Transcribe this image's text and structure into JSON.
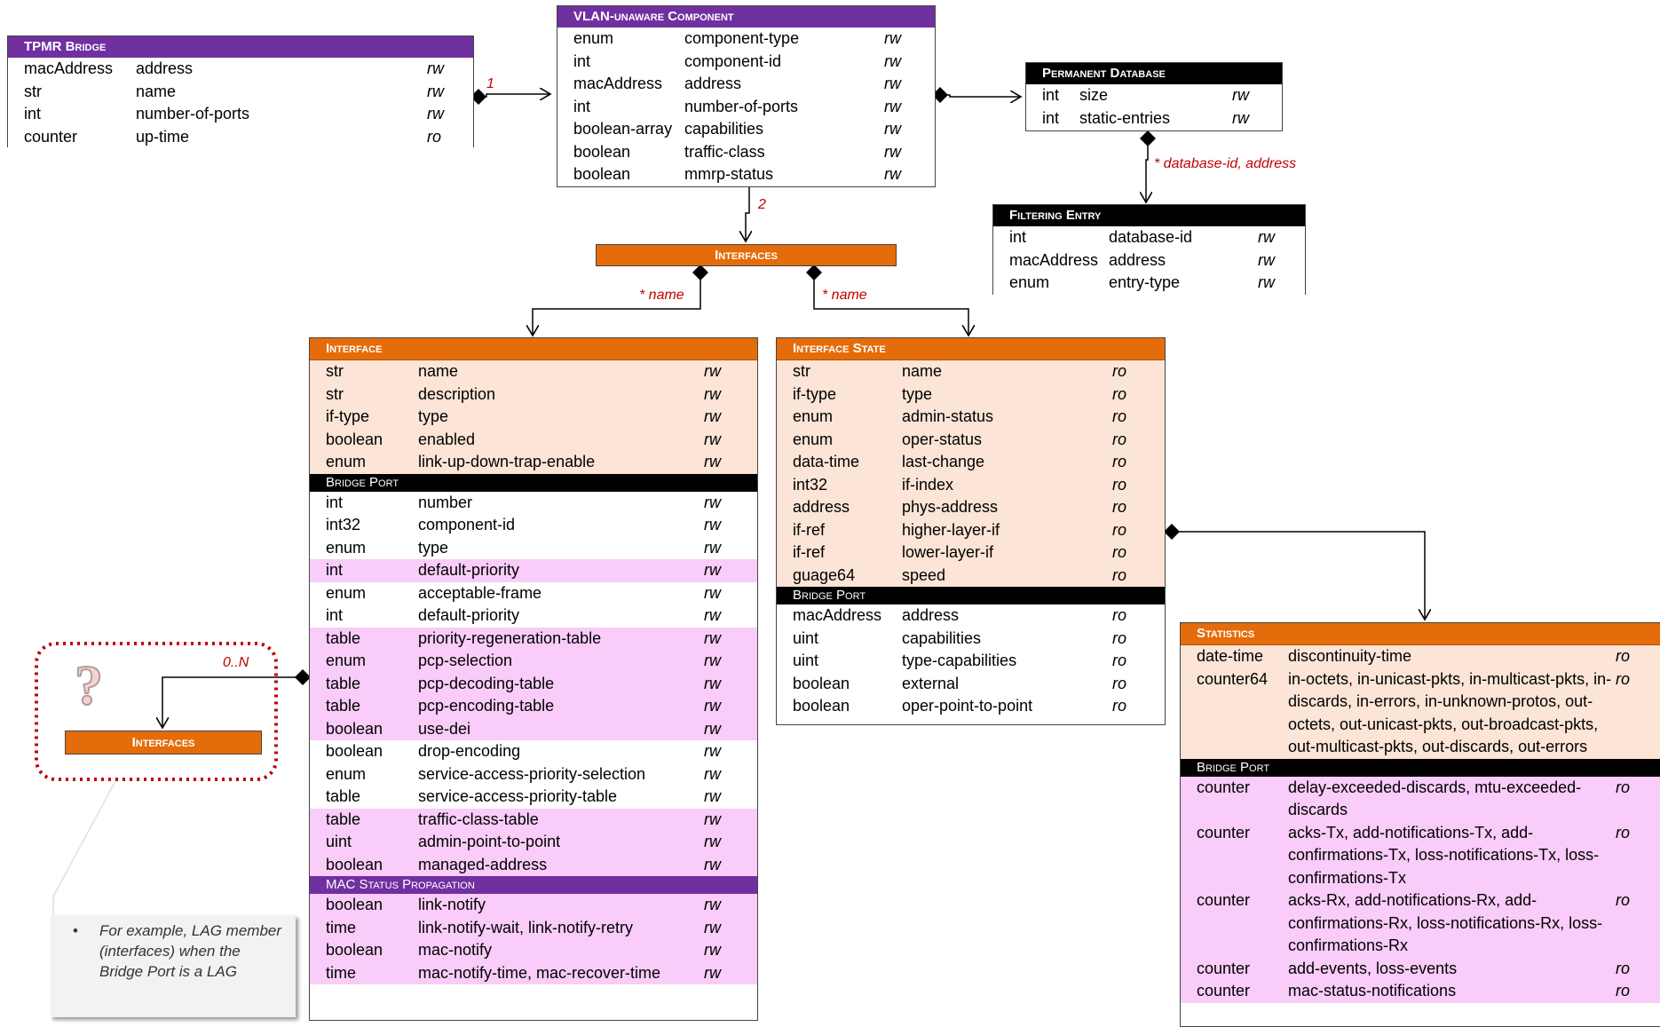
{
  "tpmr": {
    "title": "TPMR Bridge",
    "rows": [
      [
        "macAddress",
        "address",
        "rw"
      ],
      [
        "str",
        "name",
        "rw"
      ],
      [
        "int",
        "number-of-ports",
        "rw"
      ],
      [
        "counter",
        "up-time",
        "ro"
      ]
    ]
  },
  "vlan": {
    "title": "VLAN-unaware Component",
    "rows": [
      [
        "enum",
        "component-type",
        "rw"
      ],
      [
        "int",
        "component-id",
        "rw"
      ],
      [
        "macAddress",
        "address",
        "rw"
      ],
      [
        "int",
        "number-of-ports",
        "rw"
      ],
      [
        "boolean-array",
        "capabilities",
        "rw"
      ],
      [
        "boolean",
        "traffic-class",
        "rw"
      ],
      [
        "boolean",
        "mmrp-status",
        "rw"
      ]
    ]
  },
  "permdb": {
    "title": "Permanent Database",
    "rows": [
      [
        "int",
        "size",
        "rw"
      ],
      [
        "int",
        "static-entries",
        "rw"
      ]
    ]
  },
  "filter": {
    "title": "Filtering Entry",
    "rows": [
      [
        "int",
        "database-id",
        "rw"
      ],
      [
        "macAddress",
        "address",
        "rw"
      ],
      [
        "enum",
        "entry-type",
        "rw"
      ]
    ]
  },
  "interfaces_top": {
    "title": "Interfaces"
  },
  "interfaces_left": {
    "title": "Interfaces"
  },
  "interface": {
    "title": "Interface",
    "rows": [
      [
        "str",
        "name",
        "rw"
      ],
      [
        "str",
        "description",
        "rw"
      ],
      [
        "if-type",
        "type",
        "rw"
      ],
      [
        "boolean",
        "enabled",
        "rw"
      ],
      [
        "enum",
        "link-up-down-trap-enable",
        "rw"
      ]
    ],
    "bridge_port_title": "Bridge Port",
    "bridge_port_rows": [
      [
        "int",
        "number",
        "rw",
        "white"
      ],
      [
        "int32",
        "component-id",
        "rw",
        "white"
      ],
      [
        "enum",
        "type",
        "rw",
        "white"
      ],
      [
        "int",
        "default-priority",
        "rw",
        "pink"
      ],
      [
        "enum",
        "acceptable-frame",
        "rw",
        "white"
      ],
      [
        "int",
        "default-priority",
        "rw",
        "white"
      ],
      [
        "table",
        "priority-regeneration-table",
        "rw",
        "pink"
      ],
      [
        "enum",
        "pcp-selection",
        "rw",
        "pink"
      ],
      [
        "table",
        "pcp-decoding-table",
        "rw",
        "pink"
      ],
      [
        "table",
        "pcp-encoding-table",
        "rw",
        "pink"
      ],
      [
        "boolean",
        "use-dei",
        "rw",
        "pink"
      ],
      [
        "boolean",
        "drop-encoding",
        "rw",
        "white"
      ],
      [
        "enum",
        "service-access-priority-selection",
        "rw",
        "white"
      ],
      [
        "table",
        "service-access-priority-table",
        "rw",
        "white"
      ],
      [
        "table",
        "traffic-class-table",
        "rw",
        "pink"
      ],
      [
        "uint",
        "admin-point-to-point",
        "rw",
        "pink"
      ],
      [
        "boolean",
        "managed-address",
        "rw",
        "pink"
      ]
    ],
    "mac_title": "MAC Status Propagation",
    "mac_rows": [
      [
        "boolean",
        "link-notify",
        "rw"
      ],
      [
        "time",
        "link-notify-wait, link-notify-retry",
        "rw"
      ],
      [
        "boolean",
        "mac-notify",
        "rw"
      ],
      [
        "time",
        "mac-notify-time, mac-recover-time",
        "rw"
      ]
    ]
  },
  "ifstate": {
    "title": "Interface State",
    "rows": [
      [
        "str",
        "name",
        "ro"
      ],
      [
        "if-type",
        "type",
        "ro"
      ],
      [
        "enum",
        "admin-status",
        "ro"
      ],
      [
        "enum",
        "oper-status",
        "ro"
      ],
      [
        "data-time",
        "last-change",
        "ro"
      ],
      [
        "int32",
        "if-index",
        "ro"
      ],
      [
        "address",
        "phys-address",
        "ro"
      ],
      [
        "if-ref",
        "higher-layer-if",
        "ro"
      ],
      [
        "if-ref",
        "lower-layer-if",
        "ro"
      ],
      [
        "guage64",
        "speed",
        "ro"
      ]
    ],
    "bridge_port_title": "Bridge Port",
    "bridge_port_rows": [
      [
        "macAddress",
        "address",
        "ro"
      ],
      [
        "uint",
        "capabilities",
        "ro"
      ],
      [
        "uint",
        "type-capabilities",
        "ro"
      ],
      [
        "boolean",
        "external",
        "ro"
      ],
      [
        "boolean",
        "oper-point-to-point",
        "ro"
      ]
    ]
  },
  "stats": {
    "title": "Statistics",
    "rows": [
      [
        "date-time",
        "discontinuity-time",
        "ro"
      ],
      [
        "counter64",
        "in-octets, in-unicast-pkts, in-multicast-pkts, in-discards, in-errors, in-unknown-protos, out-octets, out-unicast-pkts, out-broadcast-pkts, out-multicast-pkts, out-discards, out-errors",
        "ro"
      ]
    ],
    "bridge_port_title": "Bridge Port",
    "bridge_port_rows": [
      [
        "counter",
        "delay-exceeded-discards, mtu-exceeded-discards",
        "ro"
      ],
      [
        "counter",
        "acks-Tx, add-notifications-Tx, add-confirmations-Tx, loss-notifications-Tx, loss-confirmations-Tx",
        "ro"
      ],
      [
        "counter",
        "acks-Rx, add-notifications-Rx, add-confirmations-Rx, loss-notifications-Rx, loss-confirmations-Rx",
        "ro"
      ],
      [
        "counter",
        "add-events, loss-events",
        "ro"
      ],
      [
        "counter",
        "mac-status-notifications",
        "ro"
      ]
    ]
  },
  "labels": {
    "tpmr_mult": "1",
    "vlan_mult": "2",
    "db_key": "* database-id, address",
    "name_key_left": "* name",
    "name_key_right": "* name",
    "zero_n": "0..N"
  },
  "note": {
    "bullet": "•",
    "text": "For example, LAG member (interfaces) when the Bridge Port is a LAG"
  },
  "icons": {
    "question": "question-mark-icon"
  },
  "colors": {
    "purple": "#7030a0",
    "orange": "#e46c0a",
    "peach": "#fce4d6",
    "pink": "#f9ccf9",
    "red_label": "#c00000"
  }
}
